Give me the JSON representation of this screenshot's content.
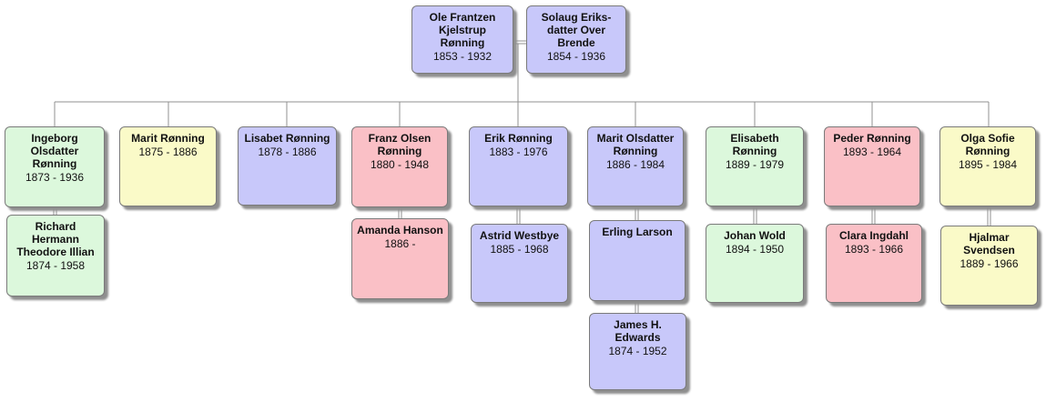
{
  "tree": {
    "parents": [
      {
        "name": "Ole Frantzen Kjelstrup Rønning",
        "years": "1853 - 1932",
        "color": "#c8c8fa"
      },
      {
        "name": "Solaug Eriks-datter Over Brende",
        "years": "1854 - 1936",
        "color": "#c8c8fa"
      }
    ],
    "children": [
      {
        "name": "Ingeborg Olsdatter Rønning",
        "years": "1873 - 1936",
        "color": "#dcf8dc",
        "spouses": [
          {
            "name": "Richard Hermann Theodore Illian",
            "years": "1874 - 1958"
          }
        ]
      },
      {
        "name": "Marit Rønning",
        "years": "1875 - 1886",
        "color": "#fafac8",
        "spouses": []
      },
      {
        "name": "Lisabet Rønning",
        "years": "1878 - 1886",
        "color": "#c8c8fa",
        "spouses": []
      },
      {
        "name": "Franz Olsen Rønning",
        "years": "1880 - 1948",
        "color": "#fac0c6",
        "spouses": [
          {
            "name": "Amanda Hanson",
            "years": "1886 -"
          }
        ]
      },
      {
        "name": "Erik Rønning",
        "years": "1883 - 1976",
        "color": "#c8c8fa",
        "spouses": [
          {
            "name": "Astrid Westbye",
            "years": "1885 - 1968"
          }
        ]
      },
      {
        "name": "Marit Olsdatter Rønning",
        "years": "1886 - 1984",
        "color": "#c8c8fa",
        "spouses": [
          {
            "name": "Erling Larson",
            "years": ""
          },
          {
            "name": "James H. Edwards",
            "years": "1874 - 1952"
          }
        ]
      },
      {
        "name": "Elisabeth Rønning",
        "years": "1889 - 1979",
        "color": "#dcf8dc",
        "spouses": [
          {
            "name": "Johan Wold",
            "years": "1894 - 1950"
          }
        ]
      },
      {
        "name": "Peder Rønning",
        "years": "1893 - 1964",
        "color": "#fac0c6",
        "spouses": [
          {
            "name": "Clara Ingdahl",
            "years": "1893 - 1966"
          }
        ]
      },
      {
        "name": "Olga Sofie Rønning",
        "years": "1895 - 1984",
        "color": "#fafac8",
        "spouses": [
          {
            "name": "Hjalmar Svendsen",
            "years": "1889 - 1966"
          }
        ]
      }
    ]
  }
}
